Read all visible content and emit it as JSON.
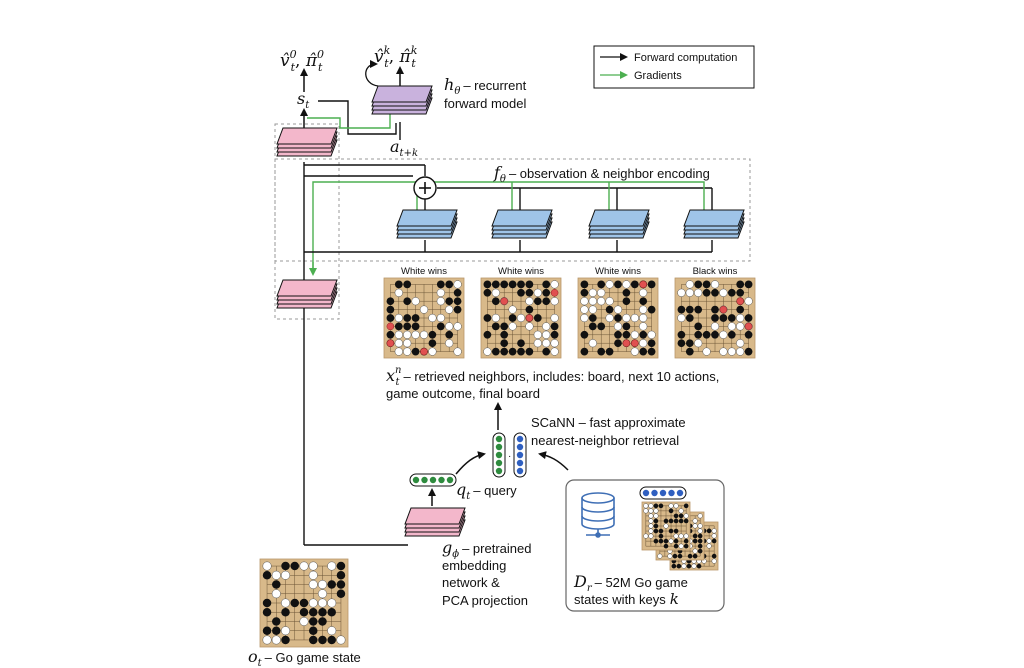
{
  "legend": {
    "forward": "Forward computation",
    "gradients": "Gradients",
    "forward_color": "#111111",
    "gradient_color": "#4caf50"
  },
  "top": {
    "initial_output_v": "v̂",
    "initial_output_sup": "0",
    "initial_output_sub": "t",
    "initial_output_pi": "π̂",
    "k_output_v": "v̂",
    "k_output_sup": "k",
    "k_output_sub": "t",
    "k_output_pi": "π̂",
    "state_s": "s",
    "state_sub": "t",
    "action_a": "a",
    "action_sub": "t+k"
  },
  "recurrent": {
    "symbol": "h",
    "symbol_sub": "θ",
    "line1": "– recurrent",
    "line2": "forward model",
    "color": "#c9b2dd"
  },
  "encoder": {
    "symbol": "f",
    "symbol_sub": "θ",
    "label": "– observation & neighbor encoding",
    "block_color": "#9fc4e8",
    "trunk_color": "#f3b7cb"
  },
  "neighbors": [
    {
      "outcome": "White wins"
    },
    {
      "outcome": "White wins"
    },
    {
      "outcome": "White wins"
    },
    {
      "outcome": "Black wins"
    }
  ],
  "retrieved": {
    "symbol": "x",
    "symbol_sup": "n",
    "symbol_sub": "t",
    "line1": "– retrieved neighbors, includes: board, next 10 actions,",
    "line2": "game outcome, final board"
  },
  "scann": {
    "line1": "SCaNN – fast approximate",
    "line2": "nearest-neighbor retrieval"
  },
  "query": {
    "symbol": "q",
    "symbol_sub": "t",
    "label": "– query"
  },
  "embedding": {
    "symbol": "g",
    "symbol_sub": "ϕ",
    "line1": "– pretrained",
    "line2": "embedding",
    "line3": "network &",
    "line4": "PCA projection"
  },
  "database": {
    "symbol": "D",
    "symbol_sub": "r",
    "line1": "– 52M Go game",
    "line2": "states with keys",
    "key_symbol": "k"
  },
  "observation": {
    "symbol": "o",
    "symbol_sub": "t",
    "label": "– Go game state"
  }
}
